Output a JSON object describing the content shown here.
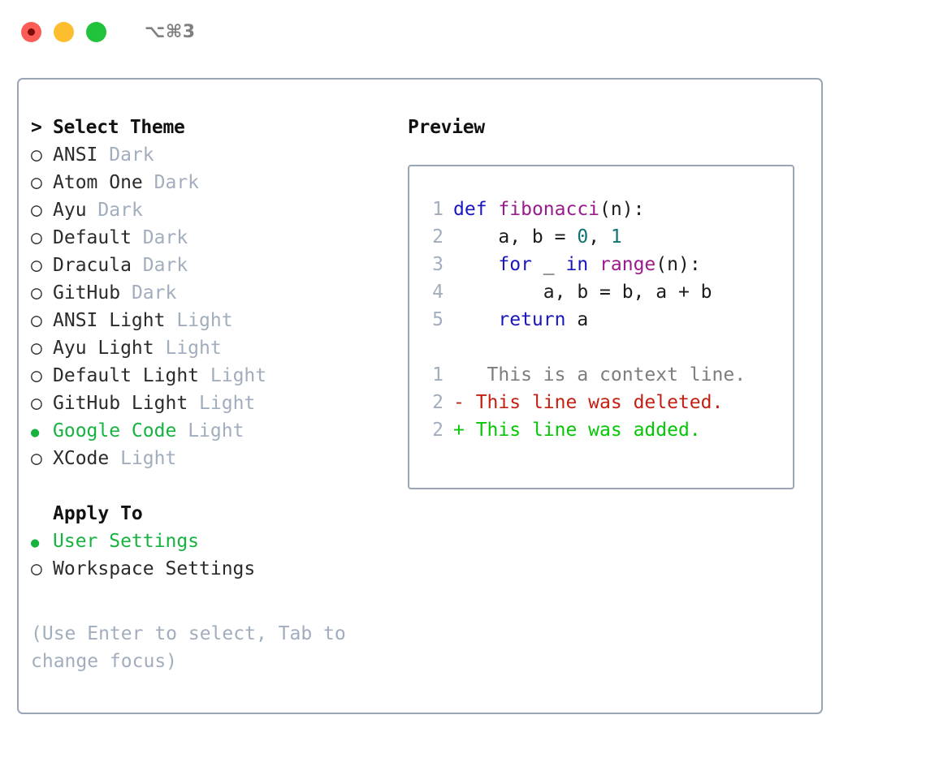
{
  "window": {
    "shortcut": "⌥⌘3",
    "traffic_lights": [
      "close",
      "minimize",
      "maximize"
    ],
    "colors": {
      "close": "#fb5d56",
      "minimize": "#fcbe2e",
      "maximize": "#22c33c",
      "border": "#9aa5b6",
      "accent_green": "#16b340",
      "muted": "#a2adbd"
    }
  },
  "theme_picker": {
    "header": {
      "arrow": ">",
      "title": "Select Theme"
    },
    "markers": {
      "selected": "●",
      "unselected": "○"
    },
    "items": [
      {
        "marker": "○",
        "name": "ANSI",
        "tag": "Dark",
        "selected": false
      },
      {
        "marker": "○",
        "name": "Atom One",
        "tag": "Dark",
        "selected": false
      },
      {
        "marker": "○",
        "name": "Ayu",
        "tag": "Dark",
        "selected": false
      },
      {
        "marker": "○",
        "name": "Default",
        "tag": "Dark",
        "selected": false
      },
      {
        "marker": "○",
        "name": "Dracula",
        "tag": "Dark",
        "selected": false
      },
      {
        "marker": "○",
        "name": "GitHub",
        "tag": "Dark",
        "selected": false
      },
      {
        "marker": "○",
        "name": "ANSI Light",
        "tag": "Light",
        "selected": false
      },
      {
        "marker": "○",
        "name": "Ayu Light",
        "tag": "Light",
        "selected": false
      },
      {
        "marker": "○",
        "name": "Default Light",
        "tag": "Light",
        "selected": false
      },
      {
        "marker": "○",
        "name": "GitHub Light",
        "tag": "Light",
        "selected": false
      },
      {
        "marker": "●",
        "name": "Google Code",
        "tag": "Light",
        "selected": true
      },
      {
        "marker": "○",
        "name": "XCode",
        "tag": "Light",
        "selected": false
      }
    ]
  },
  "apply_to": {
    "title": "Apply To",
    "options": [
      {
        "marker": "●",
        "label": "User Settings",
        "selected": true
      },
      {
        "marker": "○",
        "label": "Workspace Settings",
        "selected": false
      }
    ]
  },
  "hint": {
    "line1": "(Use Enter to select, Tab to",
    "line2": "change focus)"
  },
  "preview": {
    "title": "Preview",
    "code_lines": [
      {
        "num": "1",
        "tokens": [
          {
            "t": "def",
            "c": "kw"
          },
          {
            "t": " ",
            "c": "pn"
          },
          {
            "t": "fibonacci",
            "c": "fn"
          },
          {
            "t": "(n):",
            "c": "pn"
          }
        ]
      },
      {
        "num": "2",
        "tokens": [
          {
            "t": "    a, b = ",
            "c": "pn"
          },
          {
            "t": "0",
            "c": "num"
          },
          {
            "t": ", ",
            "c": "pn"
          },
          {
            "t": "1",
            "c": "num"
          }
        ]
      },
      {
        "num": "3",
        "tokens": [
          {
            "t": "    ",
            "c": "pn"
          },
          {
            "t": "for",
            "c": "kw"
          },
          {
            "t": " _ ",
            "c": "pn"
          },
          {
            "t": "in",
            "c": "kw"
          },
          {
            "t": " ",
            "c": "pn"
          },
          {
            "t": "range",
            "c": "fn"
          },
          {
            "t": "(n):",
            "c": "pn"
          }
        ]
      },
      {
        "num": "4",
        "tokens": [
          {
            "t": "        a, b = b, a + b",
            "c": "pn"
          }
        ]
      },
      {
        "num": "5",
        "tokens": [
          {
            "t": "    ",
            "c": "pn"
          },
          {
            "t": "return",
            "c": "kw"
          },
          {
            "t": " a",
            "c": "pn"
          }
        ]
      }
    ],
    "diff_lines": [
      {
        "num": "1",
        "sign": " ",
        "text": "  This is a context line.",
        "kind": "diff-ctx"
      },
      {
        "num": "2",
        "sign": "-",
        "text": " This line was deleted.",
        "kind": "diff-del"
      },
      {
        "num": "2",
        "sign": "+",
        "text": " This line was added.",
        "kind": "diff-add"
      }
    ],
    "syntax_colors": {
      "keyword": "#1a16bf",
      "function": "#9b1a8e",
      "number": "#0f7373",
      "plain": "#1c1c1c",
      "gutter": "#a2adbd",
      "diff_context": "#7d7d7d",
      "diff_deleted": "#c32012",
      "diff_added": "#05c705"
    }
  }
}
